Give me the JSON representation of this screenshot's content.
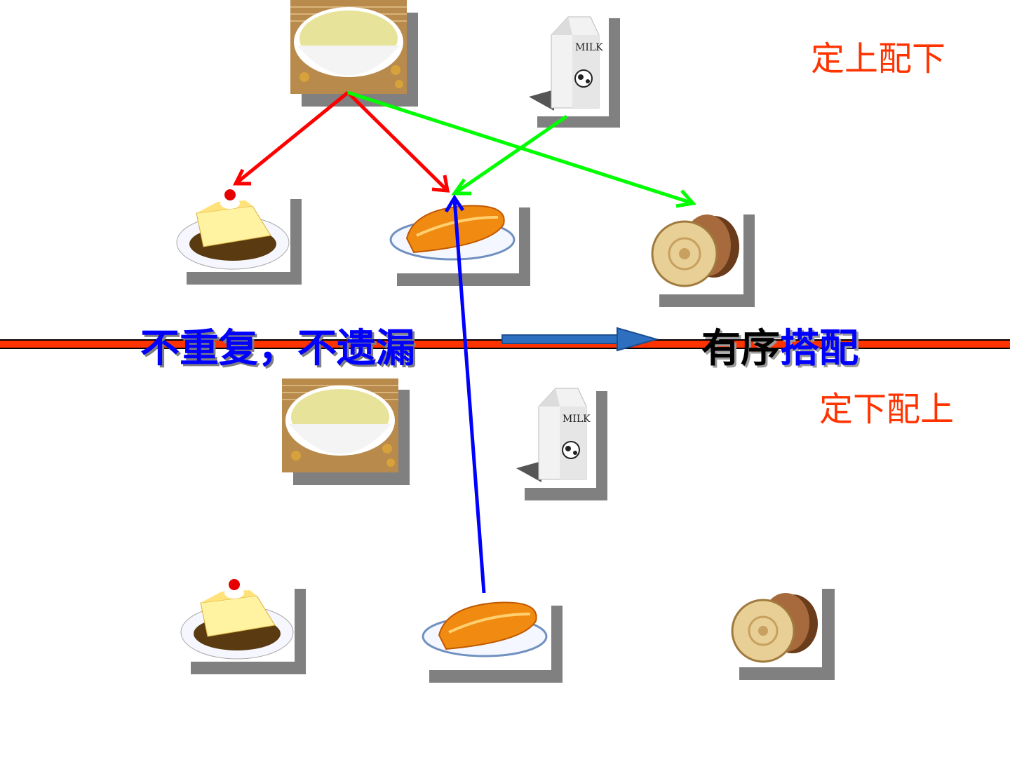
{
  "labels": {
    "top_right": "定上配下",
    "bottom_right": "定下配上",
    "slogan": "不重复，不遗漏",
    "order_black": "有序",
    "order_blue": "搭配"
  },
  "milk_text": "MILK",
  "colors": {
    "red_arrow": "#ff0000",
    "green_arrow": "#00ff00",
    "blue_arrow": "#0000ff",
    "divider_line": "#ff3300",
    "slogan": "#0000ff",
    "label": "#ff3300"
  }
}
